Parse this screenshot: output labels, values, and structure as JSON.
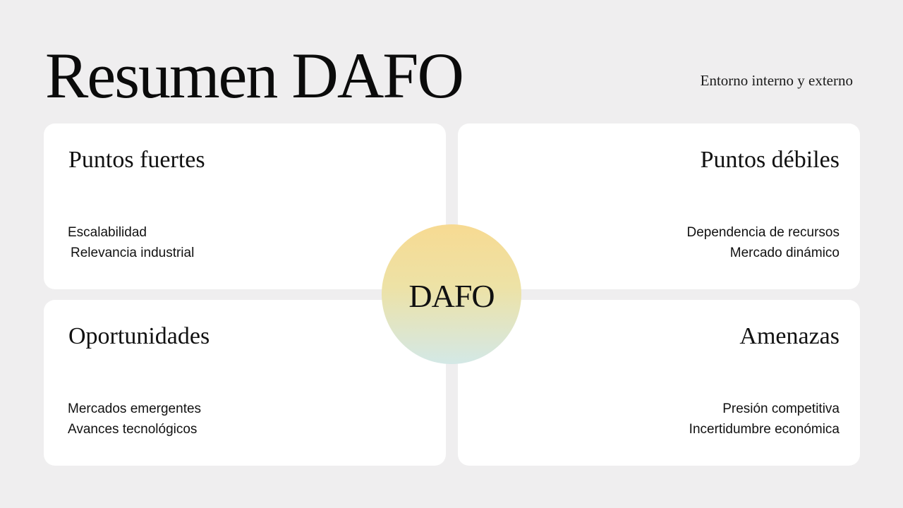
{
  "header": {
    "title": "Resumen DAFO",
    "subtitle": "Entorno interno y externo"
  },
  "quadrants": {
    "strengths": {
      "title": "Puntos fuertes",
      "items": [
        "Escalabilidad",
        "Relevancia industrial"
      ]
    },
    "weaknesses": {
      "title": "Puntos débiles",
      "items": [
        "Dependencia de recursos",
        "Mercado dinámico"
      ]
    },
    "opportunities": {
      "title": "Oportunidades",
      "items": [
        "Mercados emergentes",
        "Avances tecnológicos"
      ]
    },
    "threats": {
      "title": "Amenazas",
      "items": [
        "Presión competitiva",
        "Incertidumbre económica"
      ]
    }
  },
  "center": {
    "label": "DAFO"
  },
  "colors": {
    "background": "#efeeef",
    "card": "#ffffff",
    "circle_top": "#f7da92",
    "circle_bottom": "#d3e8e6"
  }
}
